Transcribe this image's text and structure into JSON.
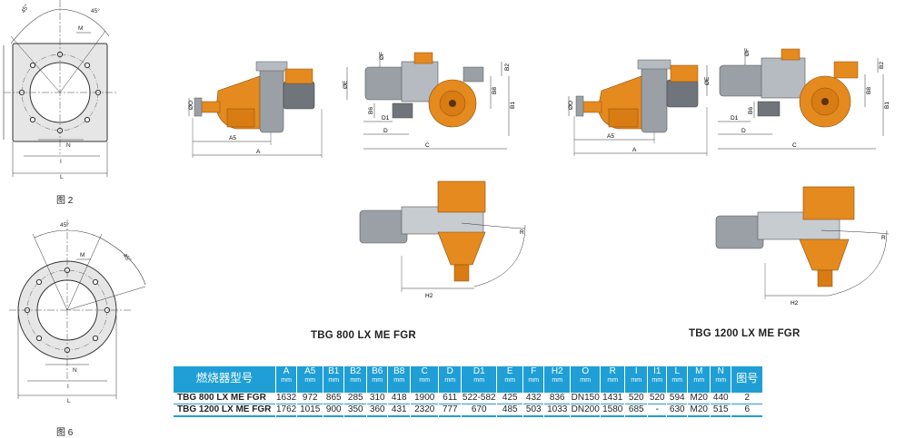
{
  "figures": {
    "fig2_caption": "图 2",
    "fig6_caption": "图 6",
    "fig2_labels": {
      "angle_left": "45°",
      "angle_right": "45°",
      "m": "M",
      "n": "N",
      "i": "I",
      "l": "L"
    },
    "fig6_labels": {
      "angle_top": "45°",
      "angle_right": "45°",
      "m": "M",
      "n": "N",
      "i": "I",
      "l": "L"
    }
  },
  "burner_800": {
    "title": "TBG  800 LX ME FGR",
    "side_labels": {
      "o": "ØO",
      "a5": "A5",
      "a": "A"
    },
    "front_labels": {
      "f": "ØF",
      "e": "ØE",
      "b6": "B6",
      "d1": "D1",
      "d": "D",
      "c": "C",
      "b2": "B2",
      "b8": "B8",
      "b1": "B1"
    },
    "top_labels": {
      "r": "R",
      "h2": "H2"
    }
  },
  "burner_1200": {
    "title": "TBG  1200 LX ME FGR",
    "side_labels": {
      "o": "ØO",
      "a5": "A5",
      "a": "A"
    },
    "front_labels": {
      "f": "ØF",
      "e": "ØE",
      "b6": "B6",
      "d1": "D1",
      "d": "D",
      "c": "C",
      "b2": "B2",
      "b8": "B8",
      "b1": "B1"
    },
    "top_labels": {
      "r": "R",
      "h2": "H2"
    }
  },
  "table": {
    "model_header": "燃烧器型号",
    "figure_header": "图号",
    "unit": "mm",
    "columns": [
      "A",
      "A5",
      "B1",
      "B2",
      "B6",
      "B8",
      "C",
      "D",
      "D1",
      "E",
      "F",
      "H2",
      "O",
      "R",
      "I",
      "I1",
      "L",
      "M",
      "N"
    ],
    "rows": [
      {
        "model": "TBG  800 LX ME FGR",
        "values": [
          "1632",
          "972",
          "865",
          "285",
          "310",
          "418",
          "1900",
          "611",
          "522-582",
          "425",
          "432",
          "836",
          "DN150",
          "1431",
          "520",
          "520",
          "594",
          "M20",
          "440"
        ],
        "figure": "2"
      },
      {
        "model": "TBG  1200 LX ME FGR",
        "values": [
          "1762",
          "1015",
          "900",
          "350",
          "360",
          "431",
          "2320",
          "777",
          "670",
          "485",
          "503",
          "1033",
          "DN200",
          "1580",
          "685",
          "-",
          "630",
          "M20",
          "515"
        ],
        "figure": "6"
      }
    ]
  },
  "colors": {
    "header_blue": "#1f9fd6",
    "burner_orange": "#e58a1f",
    "motor_grey": "#8e949a",
    "line": "#3a3a3a"
  }
}
